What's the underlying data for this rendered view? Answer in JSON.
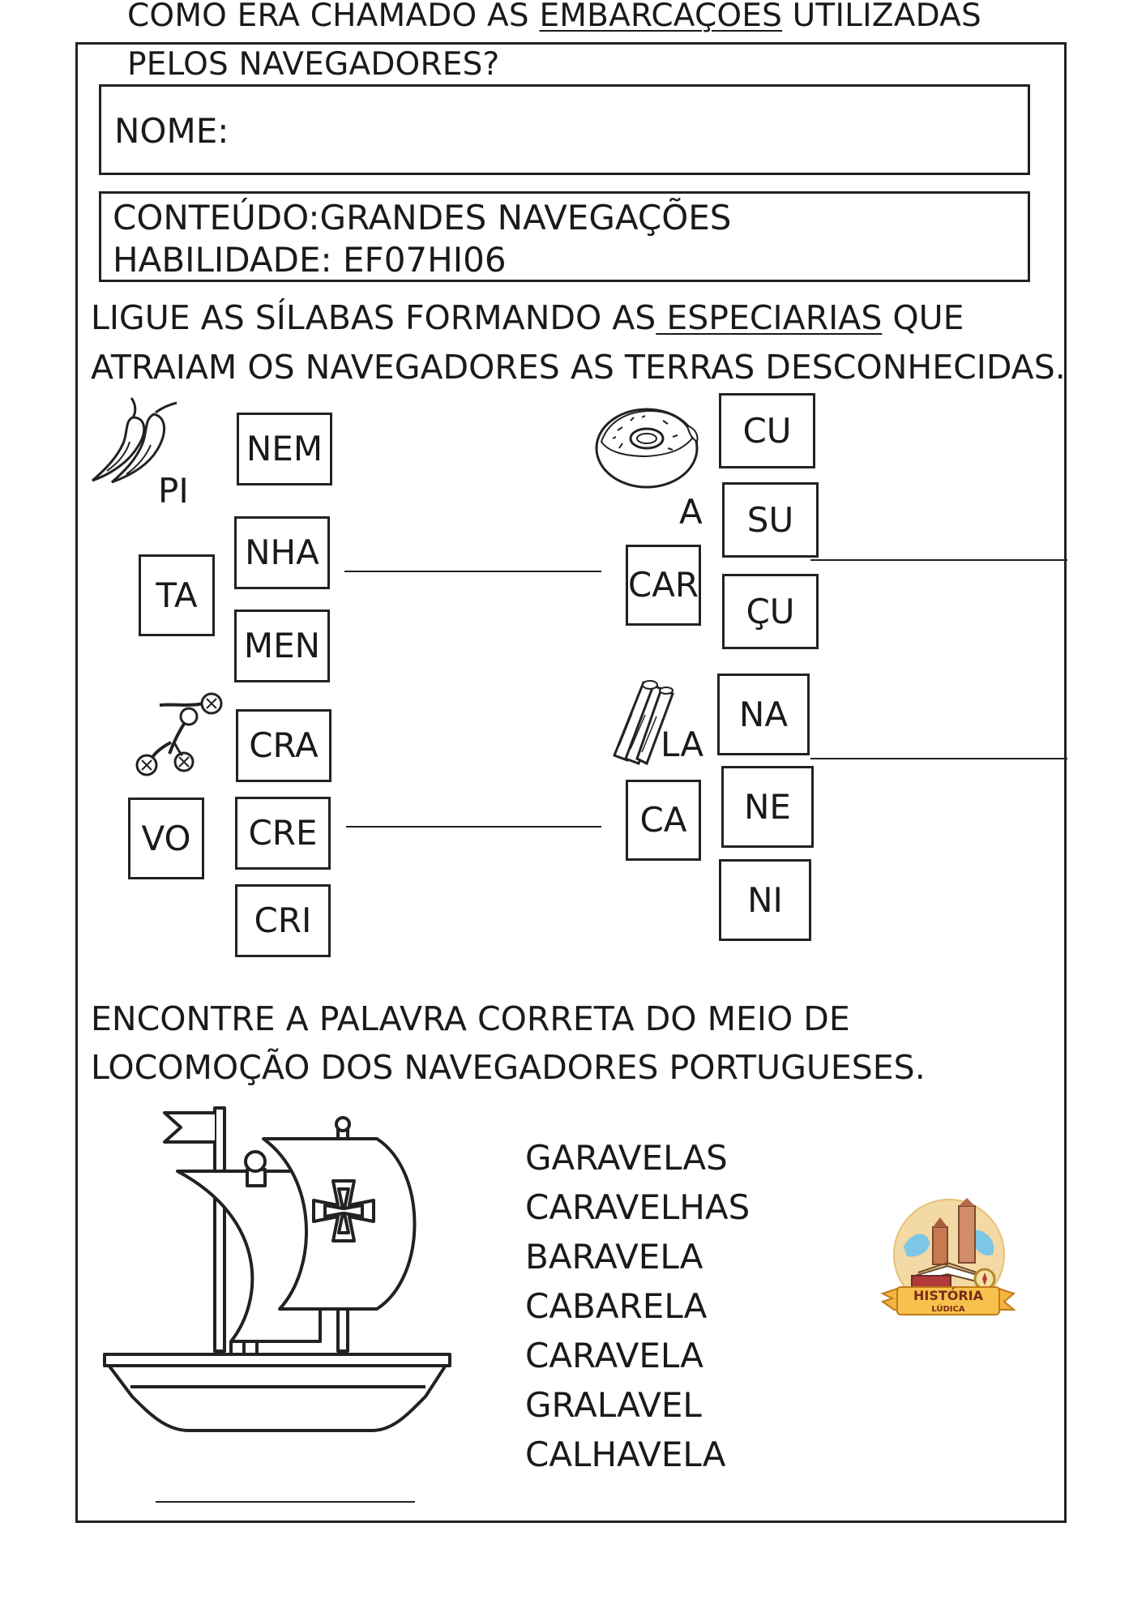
{
  "header": {
    "title_line1_before": "COMO ERA CHAMADO AS ",
    "title_line1_underlined": "EMBARCAÇÕES",
    "title_line1_after": " UTILIZADAS",
    "title_line2": "PELOS NAVEGADORES?"
  },
  "info": {
    "name_label": "NOME:",
    "content_line": "CONTEÚDO:GRANDES NAVEGAÇÕES",
    "skill_line": "HABILIDADE:  EF07HI06"
  },
  "exercise1": {
    "instruction_before": "LIGUE AS SÍLABAS FORMANDO AS",
    "instruction_underlined": " ESPECIARIAS",
    "instruction_after": " QUE",
    "instruction_line2": "ATRAIAM OS NAVEGADORES AS TERRAS DESCONHECIDAS.",
    "group_pimenta": {
      "label": "PI",
      "start": "TA",
      "options": [
        "NEM",
        "NHA",
        "MEN"
      ],
      "icon": "pepper-icon"
    },
    "group_cravo": {
      "start": "VO",
      "options": [
        "CRA",
        "CRE",
        "CRI"
      ],
      "icon": "clove-icon"
    },
    "group_acucar": {
      "label": "A",
      "start": "CAR",
      "options": [
        "CU",
        "SU",
        "ÇU"
      ],
      "icon": "donut-icon"
    },
    "group_canela": {
      "label": "LA",
      "start": "CA",
      "options": [
        "NA",
        "NE",
        "NI"
      ],
      "icon": "cinnamon-icon"
    }
  },
  "exercise2": {
    "instruction_line1": "ENCONTRE A PALAVRA CORRETA DO MEIO DE",
    "instruction_line2": "LOCOMOÇÃO DOS NAVEGADORES PORTUGUESES.",
    "words": [
      "GARAVELAS",
      "CARAVELHAS",
      "BARAVELA",
      "CABARELA",
      "CARAVELA",
      "GRALAVEL",
      "CALHAVELA"
    ],
    "image_icon": "caravel-ship-icon"
  },
  "logo": {
    "line1": "HISTÓRIA",
    "line2": "LÚDICA",
    "icon": "historia-ludica-logo"
  }
}
